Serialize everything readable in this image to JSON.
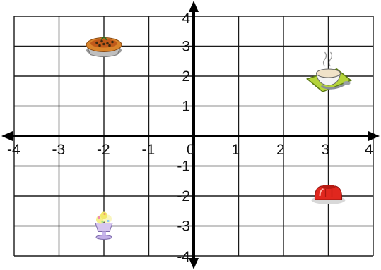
{
  "grid": {
    "x_ticks": [
      "-4",
      "-3",
      "-2",
      "-1",
      "0",
      "1",
      "2",
      "3",
      "4"
    ],
    "y_ticks": [
      "4",
      "3",
      "2",
      "1",
      "-1",
      "-2",
      "-3",
      "-4"
    ],
    "x_range": [
      -4,
      4
    ],
    "y_range": [
      -4,
      4
    ],
    "line_color": "#1a1a1a",
    "axis_color": "#000000"
  },
  "items": [
    {
      "id": "pie",
      "icon": "pie-icon",
      "x": -2,
      "y": 3
    },
    {
      "id": "soup",
      "icon": "soup-bowl-icon",
      "x": 3,
      "y": 2
    },
    {
      "id": "jelly",
      "icon": "jelly-mold-icon",
      "x": 3,
      "y": -2
    },
    {
      "id": "sundae",
      "icon": "sundae-cup-icon",
      "x": -2,
      "y": -3
    }
  ]
}
